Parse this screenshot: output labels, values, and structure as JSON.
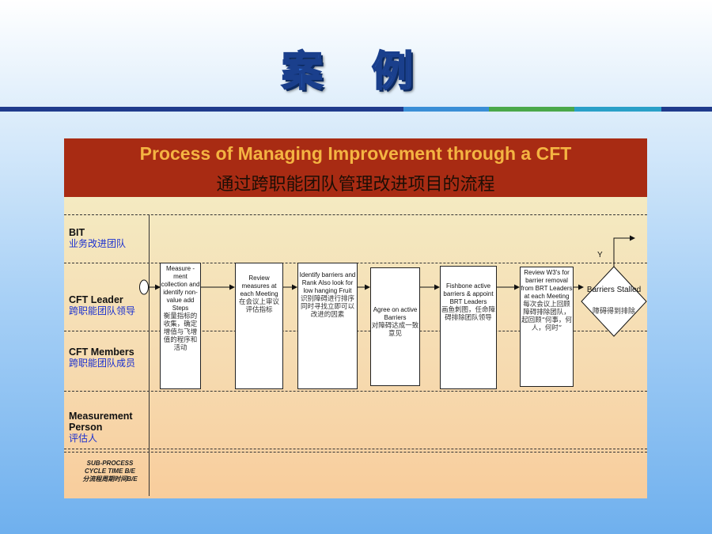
{
  "slide": {
    "title": "案 例"
  },
  "colors": {
    "title_blue": "#2f6fd6",
    "header_red": "#a82b13",
    "header_gold": "#f4b442",
    "bar_navy": "#1f3b8c",
    "bar_blue": "#3a8ed6",
    "bar_green": "#4aa84a",
    "bar_teal": "#2aa0c8"
  },
  "panel": {
    "title_en": "Process of Managing Improvement through a CFT",
    "title_zh": "通过跨职能团队管理改进项目的流程",
    "lanes": [
      {
        "en": "BIT",
        "zh": "业务改进团队"
      },
      {
        "en": "CFT Leader",
        "zh": "跨职能团队领导"
      },
      {
        "en": "CFT Members",
        "zh": "跨职能团队成员"
      },
      {
        "en": "Measurement Person",
        "zh": "评估人"
      }
    ],
    "sub_process": {
      "line1": "SUB-PROCESS",
      "line2": "CYCLE TIME B/E",
      "line3": "分流程周期时间B/E"
    },
    "steps": [
      {
        "en": "Measure -ment collection and identify non-value add Steps",
        "zh": "衡量指标的收集，确定增值与飞增值的程序和活动"
      },
      {
        "en": "Review measures at each Meeting",
        "zh": "在会议上审议评估指标"
      },
      {
        "en": "Identify barriers and Rank Also look for low hanging Fruit",
        "zh": "识别障碍进行排序同时寻找立即可以改进的因素"
      },
      {
        "en": "Agree on active Barriers",
        "zh": "对障碍达成一致意见"
      },
      {
        "en": "Fishbone active barriers & appoint BRT Leaders",
        "zh": "画鱼刺图，任命障碍排除团队领导"
      },
      {
        "en": "Review W3's for barrier removal from BRT Leaders at each Meeting",
        "zh": "每次会议上回顾障碍排除团队，起回顾“何事，何人，何时”"
      }
    ],
    "decision": {
      "en": "Barriers Stalled",
      "zh": "障碍得到排除",
      "yes_label": "Y"
    }
  }
}
